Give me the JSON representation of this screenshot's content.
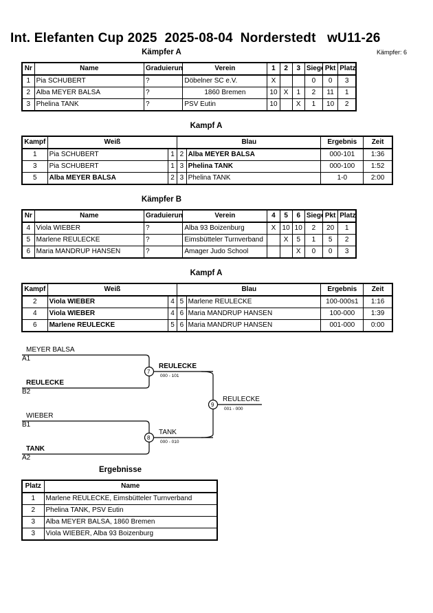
{
  "header": {
    "title": "Int. Elefanten Cup 2025  2025-08-04  Norderstedt   wU11-26",
    "fighters_count": "Kämpfer: 6"
  },
  "pool_a": {
    "title": "Kämpfer A",
    "columns": [
      "Nr",
      "Name",
      "Graduierung",
      "Verein",
      "1",
      "2",
      "3",
      "Siege",
      "Pkt",
      "Platz"
    ],
    "rows": [
      {
        "nr": "1",
        "name": "Pia SCHUBERT",
        "grad": "?",
        "verein": "Döbelner SC e.V.",
        "s1": "X",
        "s2": "",
        "s3": "",
        "siege": "0",
        "pkt": "0",
        "platz": "3"
      },
      {
        "nr": "2",
        "name": "Alba MEYER BALSA",
        "grad": "?",
        "verein": "1860 Bremen",
        "s1": "10",
        "s2": "X",
        "s3": "1",
        "siege": "2",
        "pkt": "11",
        "platz": "1"
      },
      {
        "nr": "3",
        "name": "Phelina TANK",
        "grad": "?",
        "verein": "PSV Eutin",
        "s1": "10",
        "s2": "",
        "s3": "X",
        "siege": "1",
        "pkt": "10",
        "platz": "2"
      }
    ]
  },
  "fights_a": {
    "title": "Kampf A",
    "columns": [
      "Kampf",
      "Weiß",
      "Blau",
      "Ergebnis",
      "Zeit"
    ],
    "rows": [
      {
        "kampf": "1",
        "weiss": "Pia SCHUBERT",
        "wn": "1",
        "bn": "2",
        "blau": "Alba MEYER BALSA",
        "ergebnis": "000-101",
        "zeit": "1:36",
        "wbold": false,
        "bbold": true
      },
      {
        "kampf": "3",
        "weiss": "Pia SCHUBERT",
        "wn": "1",
        "bn": "3",
        "blau": "Phelina TANK",
        "ergebnis": "000-100",
        "zeit": "1:52",
        "wbold": false,
        "bbold": true
      },
      {
        "kampf": "5",
        "weiss": "Alba MEYER BALSA",
        "wn": "2",
        "bn": "3",
        "blau": "Phelina TANK",
        "ergebnis": "1-0",
        "zeit": "2:00",
        "wbold": true,
        "bbold": false
      }
    ]
  },
  "pool_b": {
    "title": "Kämpfer B",
    "columns": [
      "Nr",
      "Name",
      "Graduierung",
      "Verein",
      "4",
      "5",
      "6",
      "Siege",
      "Pkt",
      "Platz"
    ],
    "rows": [
      {
        "nr": "4",
        "name": "Viola WIEBER",
        "grad": "?",
        "verein": "Alba 93 Boizenburg",
        "s1": "X",
        "s2": "10",
        "s3": "10",
        "siege": "2",
        "pkt": "20",
        "platz": "1"
      },
      {
        "nr": "5",
        "name": "Marlene REULECKE",
        "grad": "?",
        "verein": "Eimsbütteler Turnverband",
        "s1": "",
        "s2": "X",
        "s3": "5",
        "siege": "1",
        "pkt": "5",
        "platz": "2"
      },
      {
        "nr": "6",
        "name": "Maria MANDRUP HANSEN",
        "grad": "?",
        "verein": "Amager Judo School",
        "s1": "",
        "s2": "",
        "s3": "X",
        "siege": "0",
        "pkt": "0",
        "platz": "3"
      }
    ]
  },
  "fights_b": {
    "title": "Kampf A",
    "columns": [
      "Kampf",
      "Weiß",
      "Blau",
      "Ergebnis",
      "Zeit"
    ],
    "rows": [
      {
        "kampf": "2",
        "weiss": "Viola WIEBER",
        "wn": "4",
        "bn": "5",
        "blau": "Marlene REULECKE",
        "ergebnis": "100-000s1",
        "zeit": "1:16",
        "wbold": true,
        "bbold": false
      },
      {
        "kampf": "4",
        "weiss": "Viola WIEBER",
        "wn": "4",
        "bn": "6",
        "blau": "Maria MANDRUP HANSEN",
        "ergebnis": "100-000",
        "zeit": "1:39",
        "wbold": true,
        "bbold": false
      },
      {
        "kampf": "6",
        "weiss": "Marlene REULECKE",
        "wn": "5",
        "bn": "6",
        "blau": "Maria MANDRUP HANSEN",
        "ergebnis": "001-000",
        "zeit": "0:00",
        "wbold": true,
        "bbold": false
      }
    ]
  },
  "bracket": {
    "semi1_top_name": "MEYER BALSA",
    "semi1_top_seed": "A1",
    "semi1_bottom_name": "REULECKE",
    "semi1_bottom_seed": "B2",
    "semi1_fight": "7",
    "semi1_winner": "REULECKE",
    "semi1_score": "000 - 101",
    "semi2_top_name": "WIEBER",
    "semi2_top_seed": "B1",
    "semi2_bottom_name": "TANK",
    "semi2_bottom_seed": "A2",
    "semi2_fight": "8",
    "semi2_winner": "TANK",
    "semi2_score": "000 - 010",
    "final_fight": "9",
    "final_winner": "REULECKE",
    "final_score": "001 - 000"
  },
  "results": {
    "title": "Ergebnisse",
    "columns": [
      "Platz",
      "Name"
    ],
    "rows": [
      {
        "platz": "1",
        "name": "Marlene REULECKE, Eimsbütteler Turnverband"
      },
      {
        "platz": "2",
        "name": "Phelina TANK, PSV Eutin"
      },
      {
        "platz": "3",
        "name": "Alba MEYER BALSA, 1860 Bremen"
      },
      {
        "platz": "3",
        "name": "Viola WIEBER, Alba 93 Boizenburg"
      }
    ]
  }
}
